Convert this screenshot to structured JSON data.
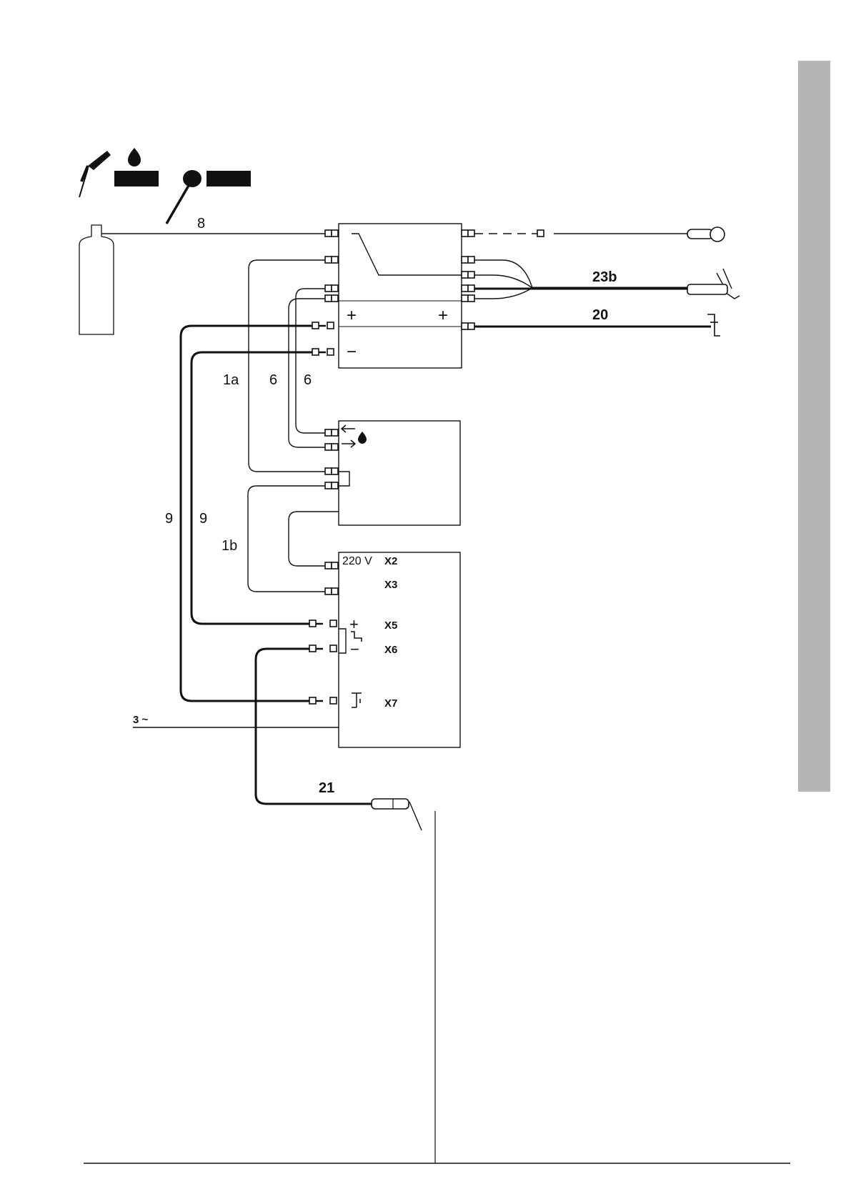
{
  "labels": {
    "gas_hose": "8",
    "control_lead_a": "1a",
    "coolant_hose_in": "6",
    "coolant_hose_out": "6",
    "welding_cable_plus": "9",
    "welding_cable_minus": "9",
    "control_lead_b": "1b",
    "torch_hose_package": "23b",
    "earth_cable": "20",
    "electrode_holder_cable": "21"
  },
  "terminals": {
    "x2_voltage": "220 V",
    "x2": "X2",
    "x3": "X3",
    "x5": "X5",
    "x6": "X6",
    "x7": "X7",
    "mains_supply": "3 ~",
    "plus": "+",
    "minus": "−"
  },
  "colors": {
    "line": "#111111",
    "side_tab": "#b5b5b5",
    "background": "#ffffff"
  },
  "icons": [
    "tig-torch-icon",
    "coolant-drop-icon",
    "mma-electrode-icon",
    "gas-cylinder-icon",
    "electrode-holder-icon",
    "earth-clamp-icon",
    "tig-torch-icon"
  ]
}
